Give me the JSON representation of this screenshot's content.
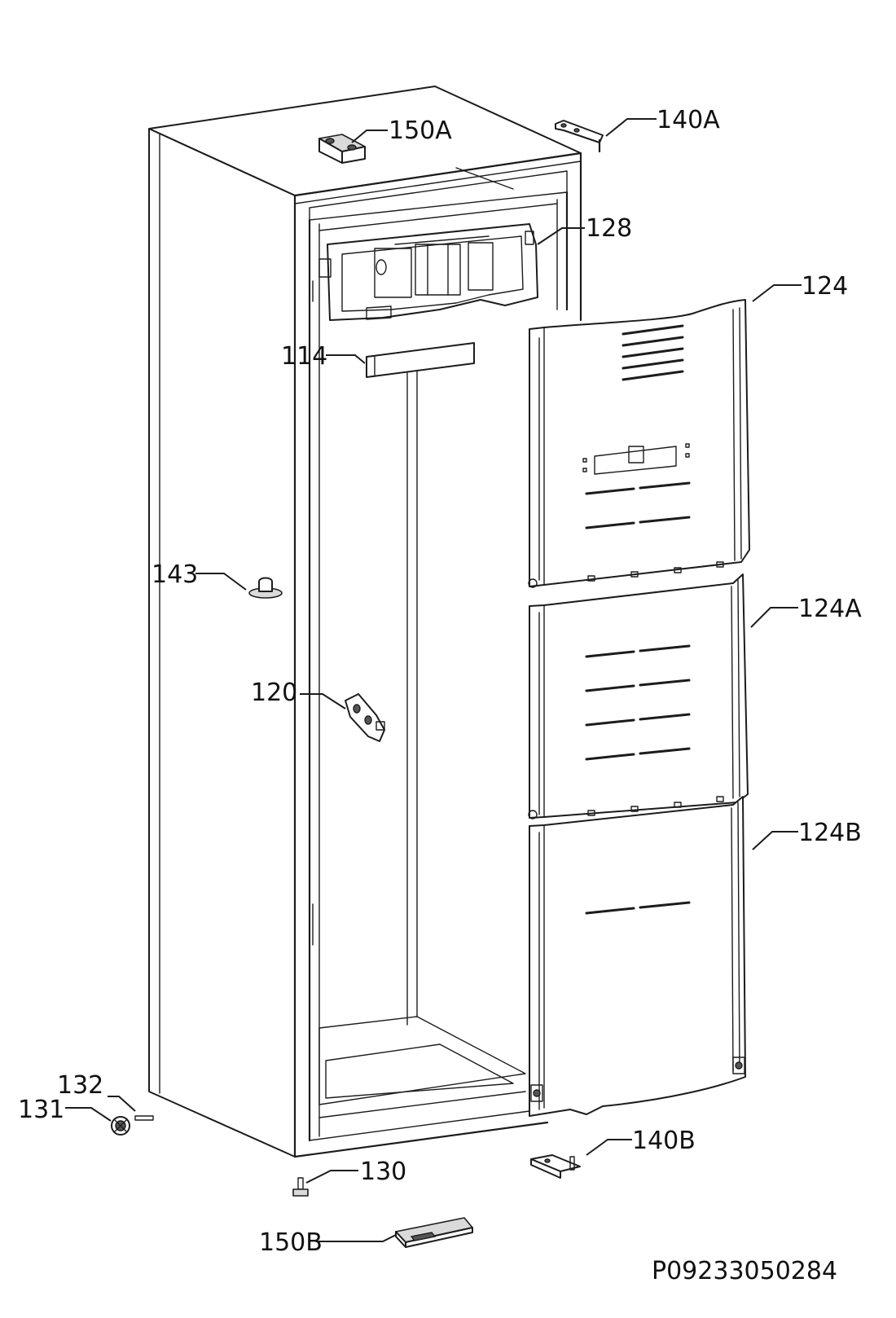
{
  "diagram": {
    "labels": {
      "p150A": "150A",
      "p140A": "140A",
      "p128": "128",
      "p124": "124",
      "p114": "114",
      "p143": "143",
      "p124A": "124A",
      "p120": "120",
      "p124B": "124B",
      "p132": "132",
      "p131": "131",
      "p140B": "140B",
      "p130": "130",
      "p150B": "150B"
    },
    "document_code": "P09233050284"
  }
}
